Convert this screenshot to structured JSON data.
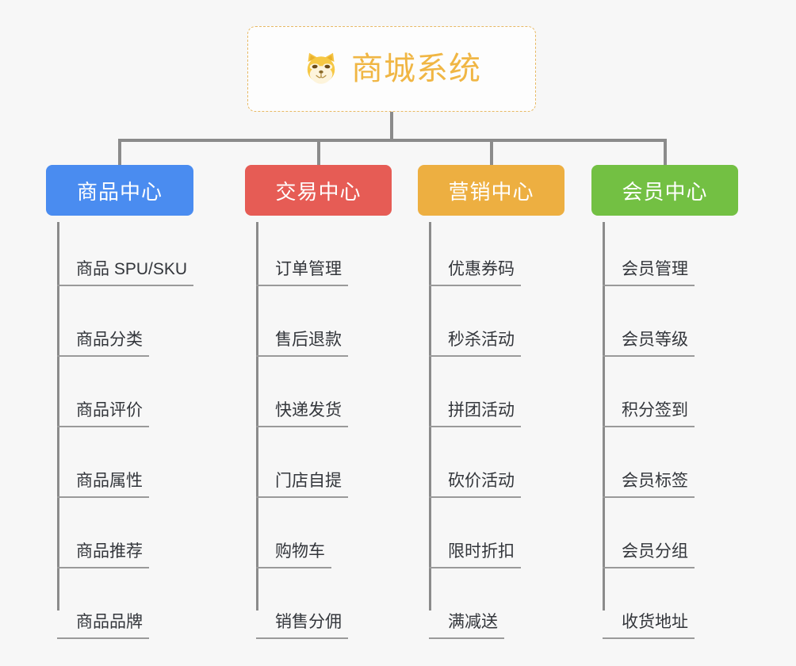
{
  "diagram": {
    "type": "mindmap-tree",
    "background_color": "#f7f7f7",
    "root": {
      "title": "商城系统",
      "icon": "shiba-dog-face-icon",
      "border_color": "#e8b964",
      "text_color": "#f0b644"
    },
    "connector_color": "#8b8b8b",
    "leaf_text_color": "#33363b",
    "leaf_underline_color": "#9a9a9a",
    "branches": [
      {
        "label": "商品中心",
        "color": "#4a8cf0",
        "items": [
          "商品 SPU/SKU",
          "商品分类",
          "商品评价",
          "商品属性",
          "商品推荐",
          "商品品牌"
        ]
      },
      {
        "label": "交易中心",
        "color": "#e65c55",
        "items": [
          "订单管理",
          "售后退款",
          "快递发货",
          "门店自提",
          "购物车",
          "销售分佣"
        ]
      },
      {
        "label": "营销中心",
        "color": "#edaf41",
        "items": [
          "优惠券码",
          "秒杀活动",
          "拼团活动",
          "砍价活动",
          "限时折扣",
          "满减送"
        ]
      },
      {
        "label": "会员中心",
        "color": "#73c043",
        "items": [
          "会员管理",
          "会员等级",
          "积分签到",
          "会员标签",
          "会员分组",
          "收货地址"
        ]
      }
    ]
  }
}
